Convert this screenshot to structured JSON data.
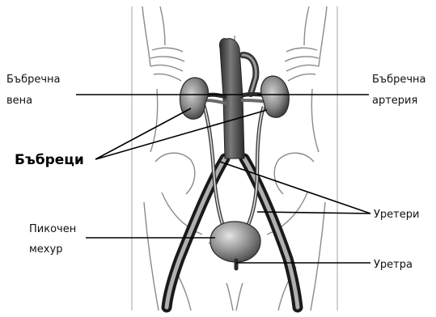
{
  "labels": {
    "renal_vein": [
      "Бъбречна",
      "вена"
    ],
    "renal_artery": [
      "Бъбречна",
      "артерия"
    ],
    "kidneys": "Бъбреци",
    "bladder": [
      "Пикочен",
      "мехур"
    ],
    "ureters": "Уретери",
    "urethra": "Уретра"
  },
  "colors": {
    "organ_gray": "#8c8c8c",
    "organ_dark": "#3c3c3c",
    "organ_light": "#d6d6d6",
    "body_outline": "#8a8a8a"
  }
}
